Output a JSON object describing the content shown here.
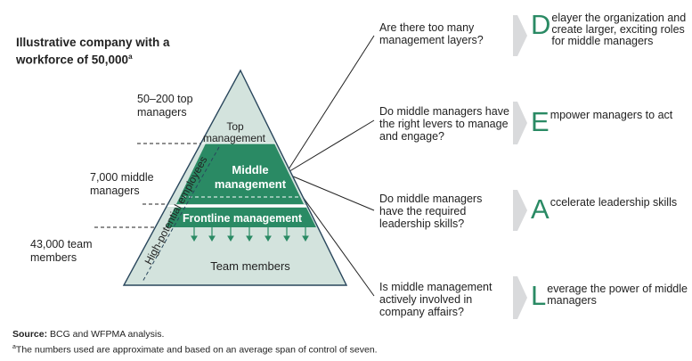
{
  "title": {
    "main": "Illustrative company with a workforce of 50,000",
    "footnote_marker": "a"
  },
  "left_labels": {
    "top": "50–200 top managers",
    "middle": "7,000 middle managers",
    "team": "43,000 team members"
  },
  "pyramid": {
    "top": "Top management",
    "middle_line1": "Middle",
    "middle_line2": "management",
    "frontline": "Frontline management",
    "team": "Team members",
    "high_potential": "High-potential employees"
  },
  "questions": [
    "Are there too many management layers?",
    "Do middle managers have the right levers to manage and engage?",
    "Do middle managers have the required leadership skills?",
    "Is middle management actively involved in company affairs?"
  ],
  "actions": [
    {
      "letter": "D",
      "text": "elayer the organization and create larger, exciting roles for middle managers"
    },
    {
      "letter": "E",
      "text": "mpower managers to act"
    },
    {
      "letter": "A",
      "text": "ccelerate leadership skills"
    },
    {
      "letter": "L",
      "text": "everage the power of middle managers"
    }
  ],
  "footer": {
    "source_label": "Source:",
    "source_text": "BCG and WFPMA analysis.",
    "note_marker": "a",
    "note_text": "The numbers used are approximate and based on an average span of control of seven."
  },
  "colors": {
    "green": "#2a8a64",
    "light": "#d3e3dd",
    "outline": "#29465c",
    "chevron": "#d9dadc"
  }
}
